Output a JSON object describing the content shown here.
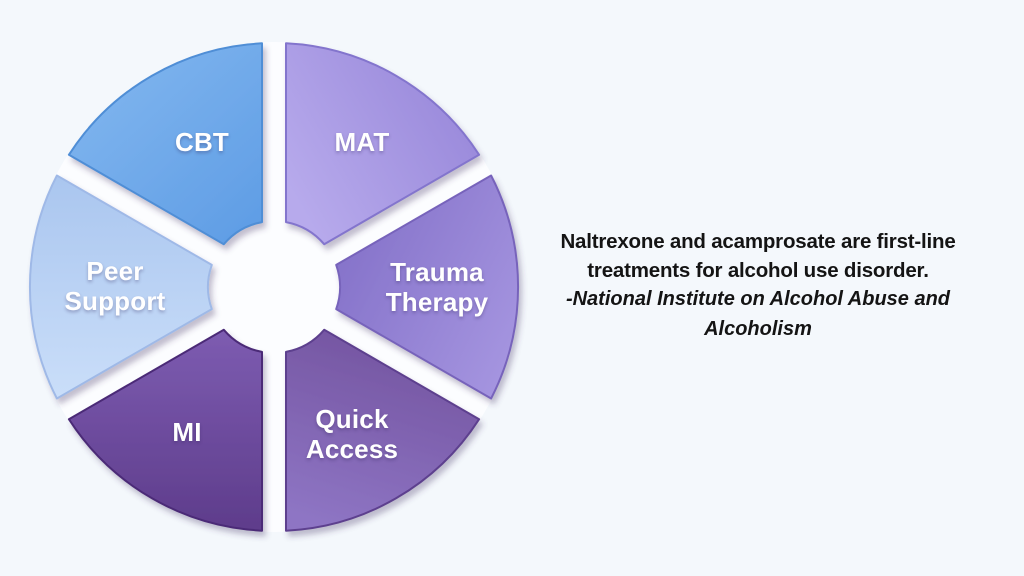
{
  "colors": {
    "background": "#f4f8fc",
    "pie_backdrop": "#fcfdff",
    "segment_label": "#ffffff",
    "quote_text": "#141414"
  },
  "chart_data": {
    "type": "pie",
    "style": "segmented donut infographic with gaps between slices",
    "title": "",
    "legend": "none",
    "equal_slices": true,
    "slice_count": 6,
    "segments": [
      {
        "label": "MAT",
        "label_lines": [
          "MAT"
        ],
        "angle_start": 0,
        "angle_end": 60,
        "fraction": 0.1667,
        "color_light": "#b7aaec",
        "color_dark": "#9584d8",
        "edge_color": "#8374cd"
      },
      {
        "label": "Trauma Therapy",
        "label_lines": [
          "Trauma",
          "Therapy"
        ],
        "angle_start": 60,
        "angle_end": 120,
        "fraction": 0.1667,
        "color_light": "#a595e0",
        "color_dark": "#8370c8",
        "edge_color": "#7763bb"
      },
      {
        "label": "Quick Access",
        "label_lines": [
          "Quick",
          "Access"
        ],
        "angle_start": 120,
        "angle_end": 180,
        "fraction": 0.1667,
        "color_light": "#8e75c4",
        "color_dark": "#73539f",
        "edge_color": "#5d3f8e"
      },
      {
        "label": "MI",
        "label_lines": [
          "MI"
        ],
        "angle_start": 180,
        "angle_end": 240,
        "fraction": 0.1667,
        "color_light": "#7d5cb1",
        "color_dark": "#5e3c8b",
        "edge_color": "#4b2c77"
      },
      {
        "label": "Peer Support",
        "label_lines": [
          "Peer",
          "Support"
        ],
        "angle_start": 240,
        "angle_end": 300,
        "fraction": 0.1667,
        "color_light": "#cadef9",
        "color_dark": "#aac6ef",
        "edge_color": "#9fb9e7"
      },
      {
        "label": "CBT",
        "label_lines": [
          "CBT"
        ],
        "angle_start": 300,
        "angle_end": 360,
        "fraction": 0.1667,
        "color_light": "#85b9f0",
        "color_dark": "#5f9de5",
        "edge_color": "#4f8ed6"
      }
    ]
  },
  "quote": {
    "text_lines": [
      "Naltrexone and acamprosate are first-line",
      "treatments for alcohol use disorder."
    ],
    "attribution_lines": [
      "-National Institute on Alcohol Abuse and",
      "Alcoholism"
    ]
  }
}
